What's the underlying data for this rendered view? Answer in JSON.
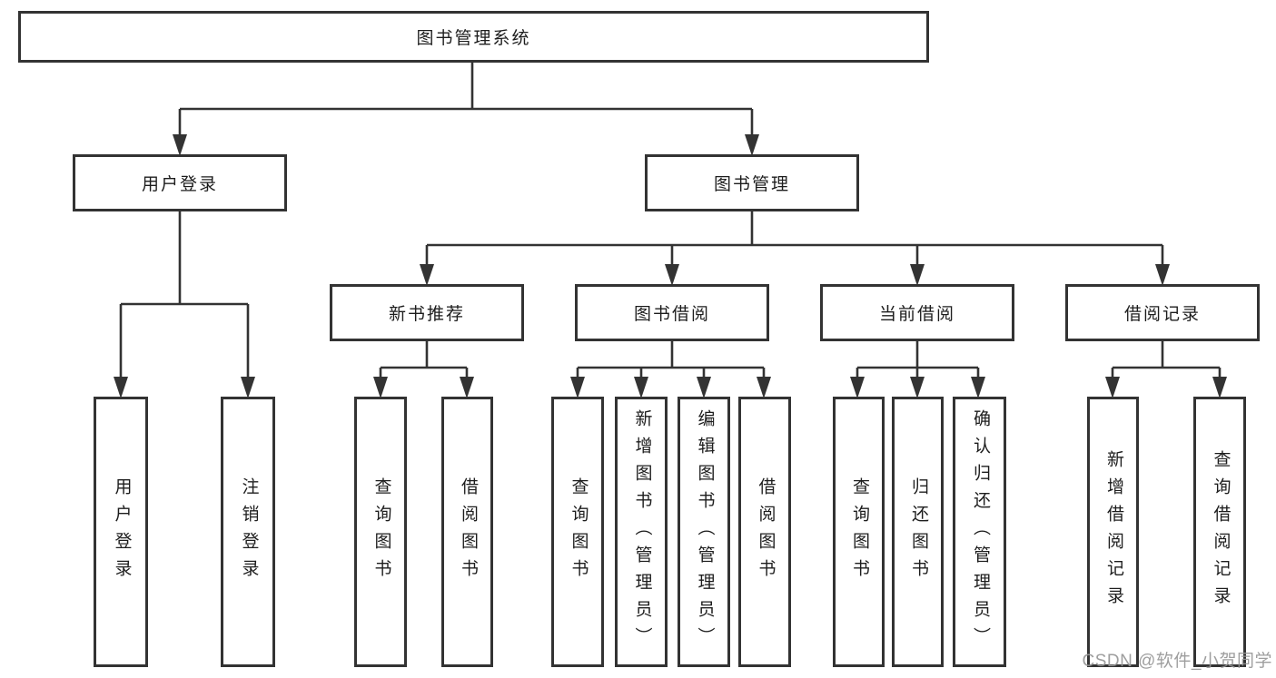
{
  "tree": {
    "label": "图书管理系统",
    "children": [
      {
        "label": "用户登录",
        "children": [
          {
            "label": "用户登录"
          },
          {
            "label": "注销登录"
          }
        ]
      },
      {
        "label": "图书管理",
        "children": [
          {
            "label": "新书推荐",
            "children": [
              {
                "label": "查询图书"
              },
              {
                "label": "借阅图书"
              }
            ]
          },
          {
            "label": "图书借阅",
            "children": [
              {
                "label": "查询图书"
              },
              {
                "label": "新增图书（管理员）"
              },
              {
                "label": "编辑图书（管理员）"
              },
              {
                "label": "借阅图书"
              }
            ]
          },
          {
            "label": "当前借阅",
            "children": [
              {
                "label": "查询图书"
              },
              {
                "label": "归还图书"
              },
              {
                "label": "确认归还（管理员）"
              }
            ]
          },
          {
            "label": "借阅记录",
            "children": [
              {
                "label": "新增借阅记录"
              },
              {
                "label": "查询借阅记录"
              }
            ]
          }
        ]
      }
    ]
  },
  "watermark": {
    "text": "CSDN @软件_小贺同学"
  },
  "colors": {
    "line": "#333333",
    "box_border": "#333333",
    "text": "#1d1d1d",
    "watermark": "#969696",
    "background": "#ffffff"
  }
}
